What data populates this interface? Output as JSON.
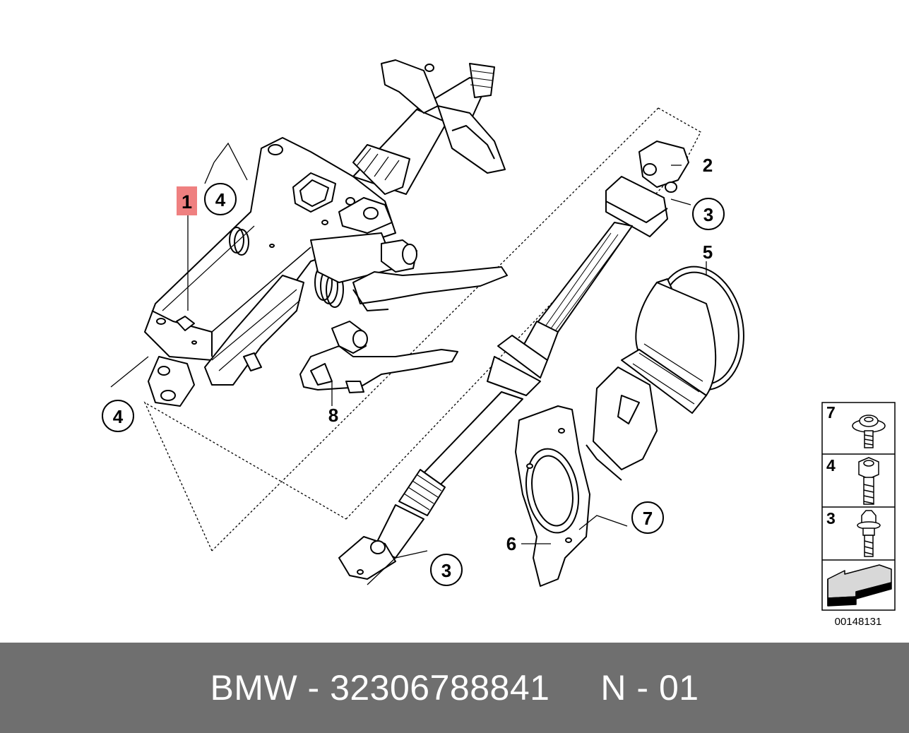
{
  "diagram": {
    "ref_number": "00148131",
    "accent_color": "#ef8080",
    "callouts": [
      {
        "id": "c1",
        "label": "1",
        "style": "highlighted-box"
      },
      {
        "id": "c4a",
        "label": "4",
        "style": "circle"
      },
      {
        "id": "c4b",
        "label": "4",
        "style": "circle"
      },
      {
        "id": "c2",
        "label": "2",
        "style": "plain"
      },
      {
        "id": "c3a",
        "label": "3",
        "style": "circle"
      },
      {
        "id": "c5",
        "label": "5",
        "style": "plain"
      },
      {
        "id": "c8",
        "label": "8",
        "style": "plain"
      },
      {
        "id": "c3b",
        "label": "3",
        "style": "circle"
      },
      {
        "id": "c6",
        "label": "6",
        "style": "plain"
      },
      {
        "id": "c7",
        "label": "7",
        "style": "circle"
      }
    ],
    "legend": [
      {
        "label": "7",
        "icon": "flange-screw-icon"
      },
      {
        "label": "4",
        "icon": "hex-bolt-icon"
      },
      {
        "label": "3",
        "icon": "torx-bolt-icon"
      },
      {
        "label": "",
        "icon": "direction-arrow-icon"
      }
    ]
  },
  "footer": {
    "caption": "BMW - 32306788841     N - 01",
    "background": "#6f6f6f"
  }
}
